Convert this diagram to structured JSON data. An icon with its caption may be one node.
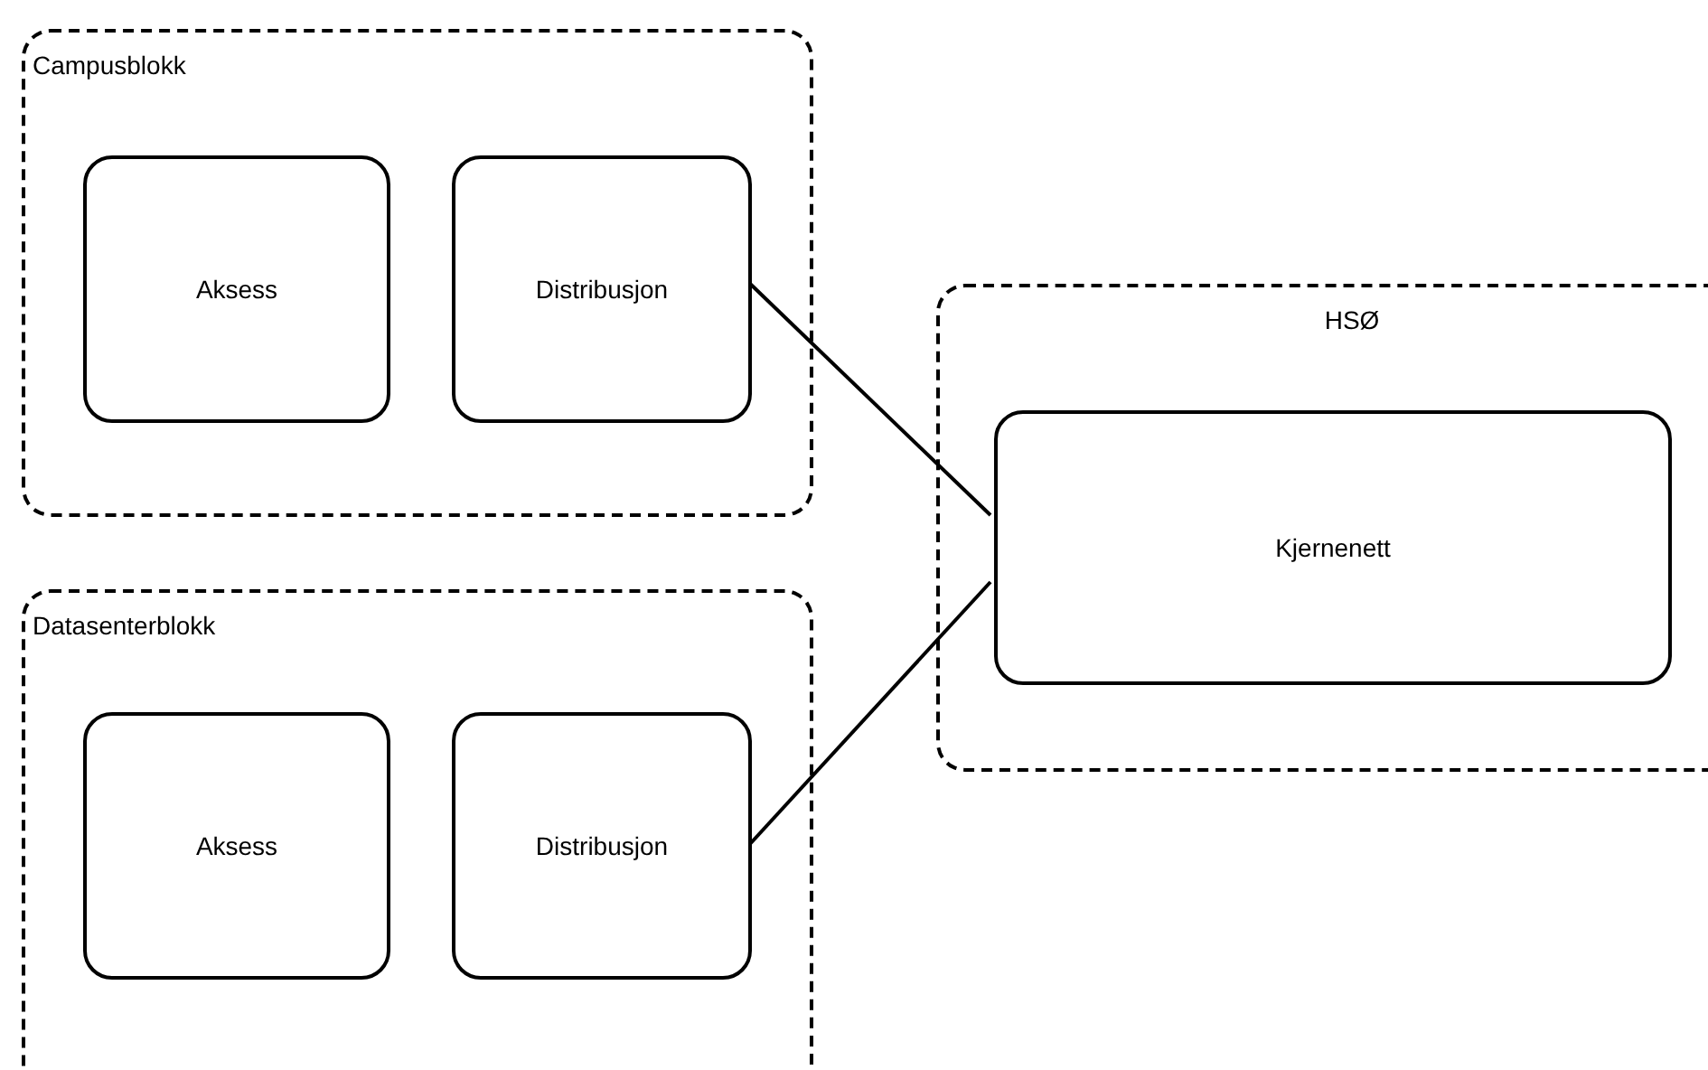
{
  "diagram": {
    "nodes": [
      {
        "text": [
          "Campusblokk"
        ]
      },
      {
        "text": [
          "Aksess"
        ],
        "in": 0
      },
      {
        "text": [
          "Distribusjon"
        ],
        "in": 0
      },
      {
        "text": [
          "Datasenterblokk"
        ]
      },
      {
        "text": [
          "Aksess"
        ],
        "in": 3
      },
      {
        "text": [
          "Distribusjon"
        ],
        "in": 3
      },
      {
        "text": [
          "HSØ"
        ]
      },
      {
        "text": [
          "Kjernenett"
        ],
        "in": 6
      }
    ],
    "edges": [
      {
        "from": 2,
        "to": 7,
        "arrow": "none"
      },
      {
        "from": 5,
        "to": 7,
        "arrow": "none"
      }
    ]
  }
}
